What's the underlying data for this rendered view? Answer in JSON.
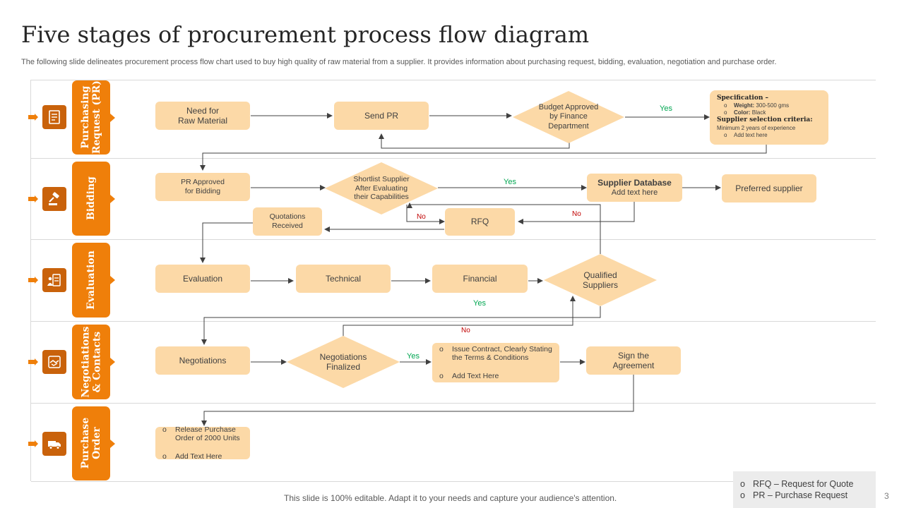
{
  "title": "Five stages of procurement process flow diagram",
  "subtitle": "The following slide delineates procurement process flow chart used to buy high quality of raw material from a supplier. It provides information about purchasing request, bidding, evaluation, negotiation and purchase order.",
  "lanes": [
    {
      "label": "Purchasing\nRequest (PR)",
      "icon": "document-icon"
    },
    {
      "label": "Bidding",
      "icon": "gavel-icon"
    },
    {
      "label": "Evaluation",
      "icon": "checklist-icon"
    },
    {
      "label": "Negotiations\n& Contacts",
      "icon": "handshake-icon"
    },
    {
      "label": "Purchase\nOrder",
      "icon": "truck-icon"
    }
  ],
  "nodes": {
    "need_raw_material": "Need for\nRaw Material",
    "send_pr": "Send PR",
    "budget_approved": "Budget Approved\nby Finance\nDepartment",
    "pr_approved": "PR  Approved\nfor Bidding",
    "shortlist_supplier": "Shortlist Supplier\nAfter Evaluating\ntheir Capabilities",
    "supplier_database_title": "Supplier Database",
    "supplier_database_sub": "Add text here",
    "preferred_supplier": "Preferred supplier",
    "quotations_received": "Quotations\nReceived",
    "rfq": "RFQ",
    "evaluation": "Evaluation",
    "technical": "Technical",
    "financial": "Financial",
    "qualified_suppliers": "Qualified\nSuppliers",
    "negotiations": "Negotiations",
    "negotiations_finalized": "Negotiations\nFinalized",
    "issue_contract": [
      "Issue Contract, Clearly Stating\nthe Terms & Conditions",
      "Add Text Here"
    ],
    "sign_agreement": "Sign the\nAgreement",
    "release_po": [
      "Release Purchase\nOrder of 2000 Units",
      "Add Text Here"
    ]
  },
  "spec_box": {
    "heading1": "Specification –",
    "weight_label": "Weight:",
    "weight_value": "300-500 gms",
    "color_label": "Color:",
    "color_value": "Black",
    "heading2": "Supplier selection criteria:",
    "criteria": "Minimum 2 years of experience",
    "add_text": "Add text here"
  },
  "edge_labels": {
    "yes_budget": "Yes",
    "yes_shortlist": "Yes",
    "no_shortlist": "No",
    "no_database": "No",
    "yes_qualified": "Yes",
    "no_qualified": "No",
    "yes_negotiations": "Yes"
  },
  "legend": [
    "RFQ – Request for Quote",
    "PR – Purchase Request"
  ],
  "footer": "This slide is 100% editable. Adapt it to your needs and capture your audience's attention.",
  "page_number": "3",
  "colors": {
    "accent": "#ef7f0a",
    "icon_bg": "#c9620b",
    "node_fill": "#fcd9a7",
    "yes": "#00a651",
    "no": "#c00000"
  }
}
